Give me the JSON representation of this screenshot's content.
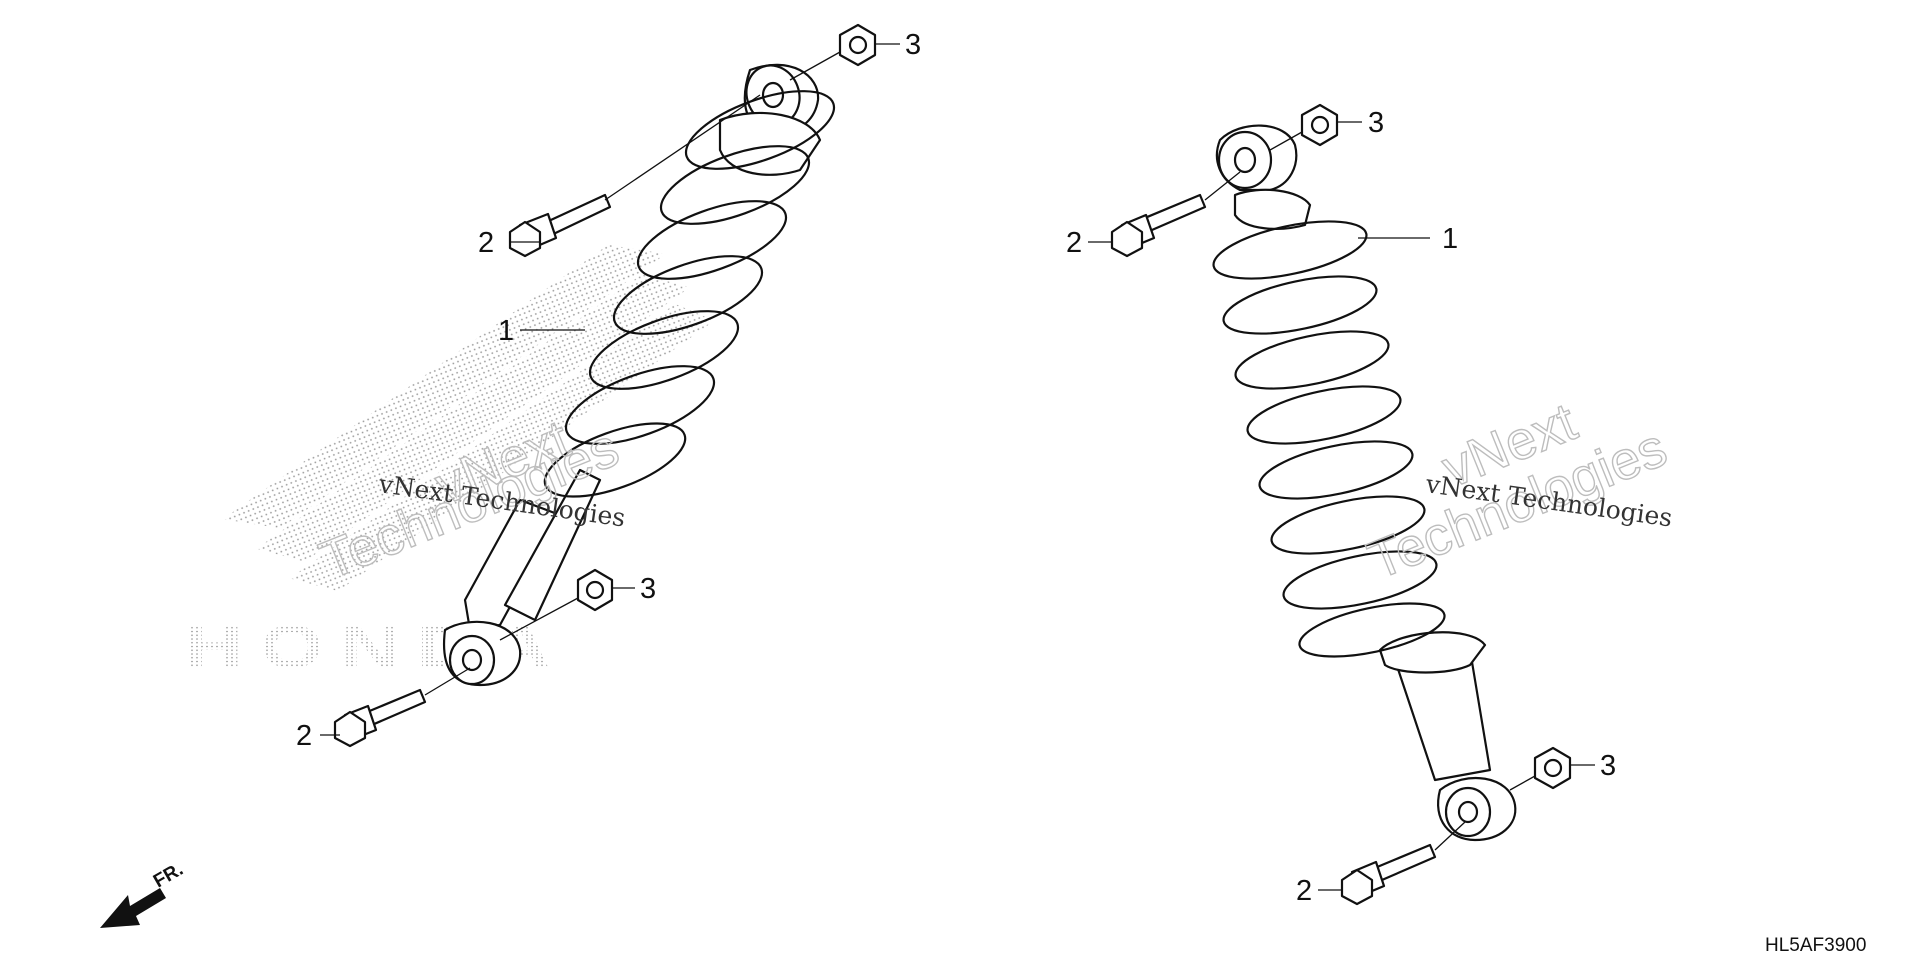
{
  "diagram": {
    "code": "HL5AF3900",
    "direction_label": "FR.",
    "brand_watermark": "HONDA",
    "watermark": {
      "large_line1": "vNext",
      "large_line2": "Technologies",
      "small": "vNext Technologies"
    },
    "callouts": {
      "left_shock": "1",
      "left_top_bolt": "2",
      "left_top_nut": "3",
      "left_bottom_bolt": "2",
      "left_bottom_nut": "3",
      "right_shock": "1",
      "right_top_bolt": "2",
      "right_top_nut": "3",
      "right_bottom_bolt": "2",
      "right_bottom_nut": "3"
    }
  }
}
